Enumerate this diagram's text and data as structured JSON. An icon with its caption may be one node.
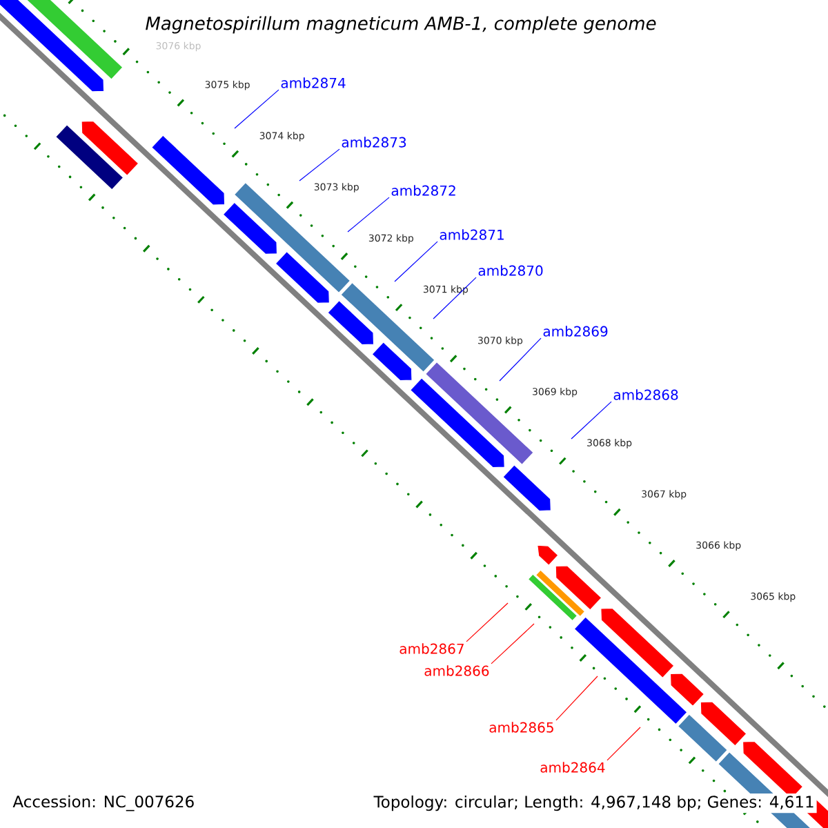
{
  "diagram": {
    "title": "Magnetospirillum magneticum AMB-1, complete genome",
    "nodes": [
      {
        "text": [
          "amb2874"
        ]
      },
      {
        "text": [
          "amb2873"
        ]
      },
      {
        "text": [
          "amb2872"
        ]
      },
      {
        "text": [
          "amb2871"
        ]
      },
      {
        "text": [
          "amb2870"
        ]
      },
      {
        "text": [
          "amb2869"
        ]
      },
      {
        "text": [
          "amb2868"
        ]
      },
      {
        "text": [
          "amb2867"
        ]
      },
      {
        "text": [
          "amb2866"
        ]
      },
      {
        "text": [
          "amb2865"
        ]
      },
      {
        "text": [
          "amb2864"
        ]
      }
    ],
    "edges": [
      {
        "from": 0,
        "to": null,
        "arrow": "none"
      },
      {
        "from": 1,
        "to": null,
        "arrow": "none"
      },
      {
        "from": 2,
        "to": null,
        "arrow": "none"
      },
      {
        "from": 3,
        "to": null,
        "arrow": "none"
      },
      {
        "from": 4,
        "to": null,
        "arrow": "none"
      },
      {
        "from": 5,
        "to": null,
        "arrow": "none"
      },
      {
        "from": 6,
        "to": null,
        "arrow": "none"
      },
      {
        "from": 7,
        "to": null,
        "arrow": "none",
        "color": "#ff0000"
      },
      {
        "from": 8,
        "to": null,
        "arrow": "none",
        "color": "#ff0000"
      },
      {
        "from": 9,
        "to": null,
        "arrow": "none",
        "color": "#ff0000"
      },
      {
        "from": 10,
        "to": null,
        "arrow": "none",
        "color": "#ff0000"
      }
    ],
    "labels": [
      "3076 kbp",
      "3075 kbp",
      "3074 kbp",
      "3073 kbp",
      "3072 kbp",
      "3071 kbp",
      "3070 kbp",
      "3069 kbp",
      "3068 kbp",
      "3067 kbp",
      "3066 kbp",
      "3065 kbp",
      "Accession: NC_007626",
      "Topology: circular; Length: 4,967,148 bp; Genes: 4,611"
    ]
  }
}
